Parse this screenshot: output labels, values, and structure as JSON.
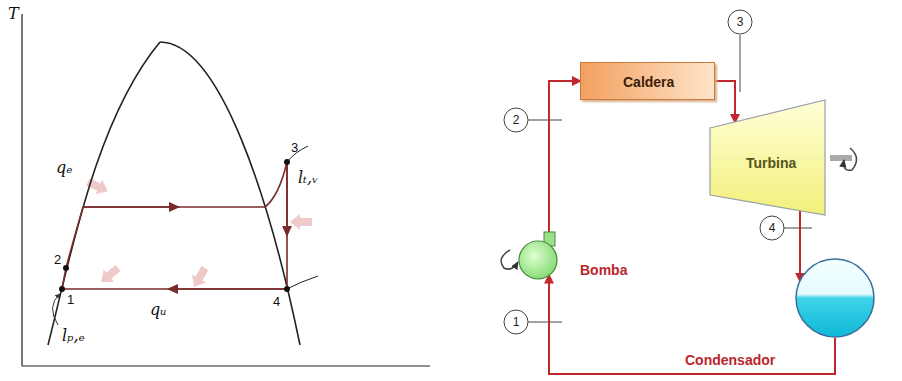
{
  "diagram": {
    "nodes": [
      {
        "text": [
          "Caldera"
        ]
      },
      {
        "text": [
          "Turbina"
        ]
      },
      {
        "text": [
          "Bomba"
        ]
      },
      {
        "text": [
          "Condensador"
        ]
      }
    ],
    "edges": [
      {
        "from": 2,
        "to": 0,
        "arrow": "to"
      },
      {
        "from": 0,
        "to": 1,
        "arrow": "to"
      },
      {
        "from": 1,
        "to": 3,
        "arrow": "to"
      },
      {
        "from": 3,
        "to": 2,
        "arrow": "to"
      }
    ],
    "labels": [
      "T",
      "qₑ",
      "3",
      "lₜ,ᵥ",
      "2",
      "1",
      "4",
      "qᵤ",
      "lₚ,ₑ",
      "3",
      "2",
      "4",
      "1"
    ]
  }
}
